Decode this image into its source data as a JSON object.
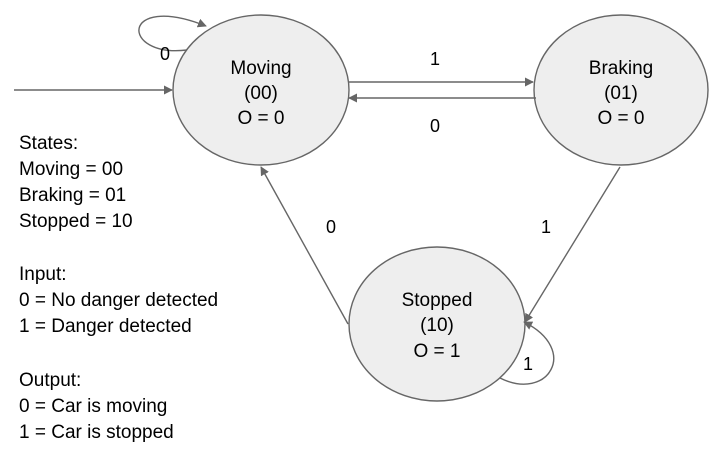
{
  "colors": {
    "state_fill": "#eeeeee",
    "state_stroke": "#666666",
    "edge": "#666666",
    "text": "#000000"
  },
  "states": {
    "moving": {
      "name": "Moving",
      "code": "(00)",
      "output": "O = 0"
    },
    "braking": {
      "name": "Braking",
      "code": "(01)",
      "output": "O = 0"
    },
    "stopped": {
      "name": "Stopped",
      "code": "(10)",
      "output": "O = 1"
    }
  },
  "transitions": {
    "moving_self": "0",
    "moving_to_braking": "1",
    "braking_to_moving": "0",
    "braking_to_stopped": "1",
    "stopped_to_moving": "0",
    "stopped_self": "1"
  },
  "legend": {
    "states": {
      "heading": "States:",
      "lines": [
        "Moving = 00",
        "Braking = 01",
        "Stopped = 10"
      ]
    },
    "input": {
      "heading": "Input:",
      "lines": [
        "0 = No danger detected",
        "1 = Danger detected"
      ]
    },
    "output": {
      "heading": "Output:",
      "lines": [
        "0 = Car is moving",
        "1 = Car is stopped"
      ]
    }
  }
}
